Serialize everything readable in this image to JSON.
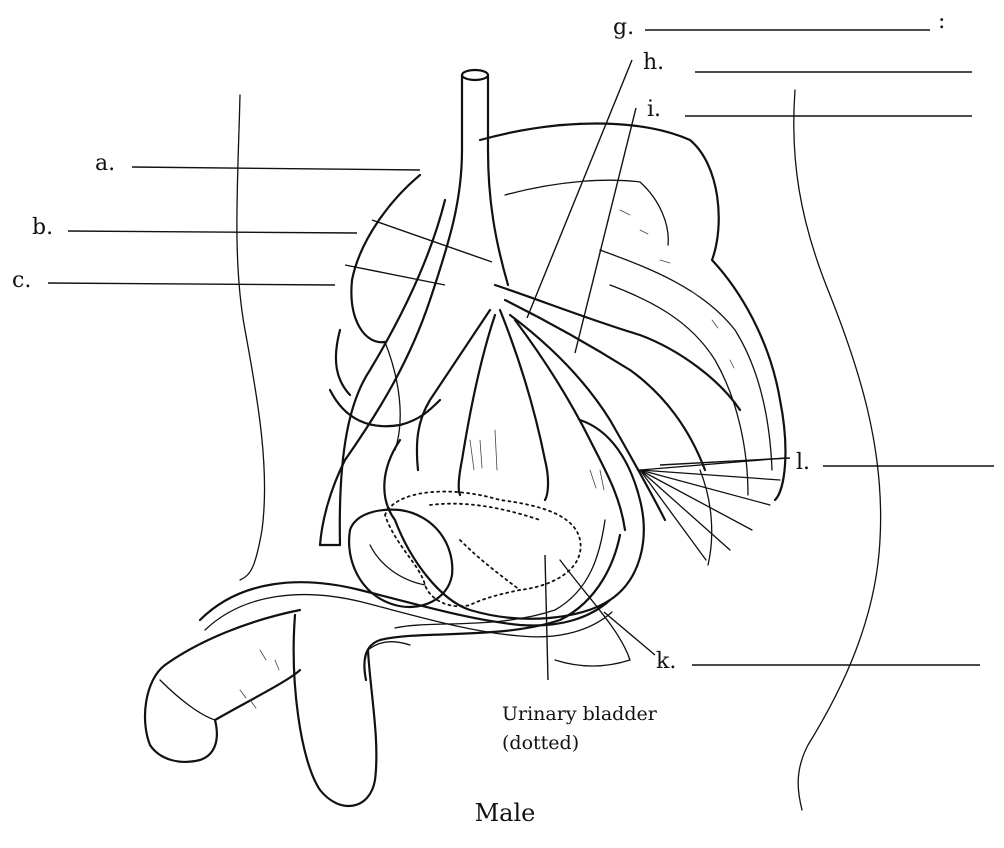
{
  "labels": {
    "a": "a.",
    "b": "b.",
    "c": "c.",
    "g": "g.",
    "g_colon": ":",
    "h": "h.",
    "i": "i.",
    "l": "l.",
    "k": "k."
  },
  "caption": {
    "line1": "Urinary bladder",
    "line2": "(dotted)"
  },
  "title": "Male"
}
